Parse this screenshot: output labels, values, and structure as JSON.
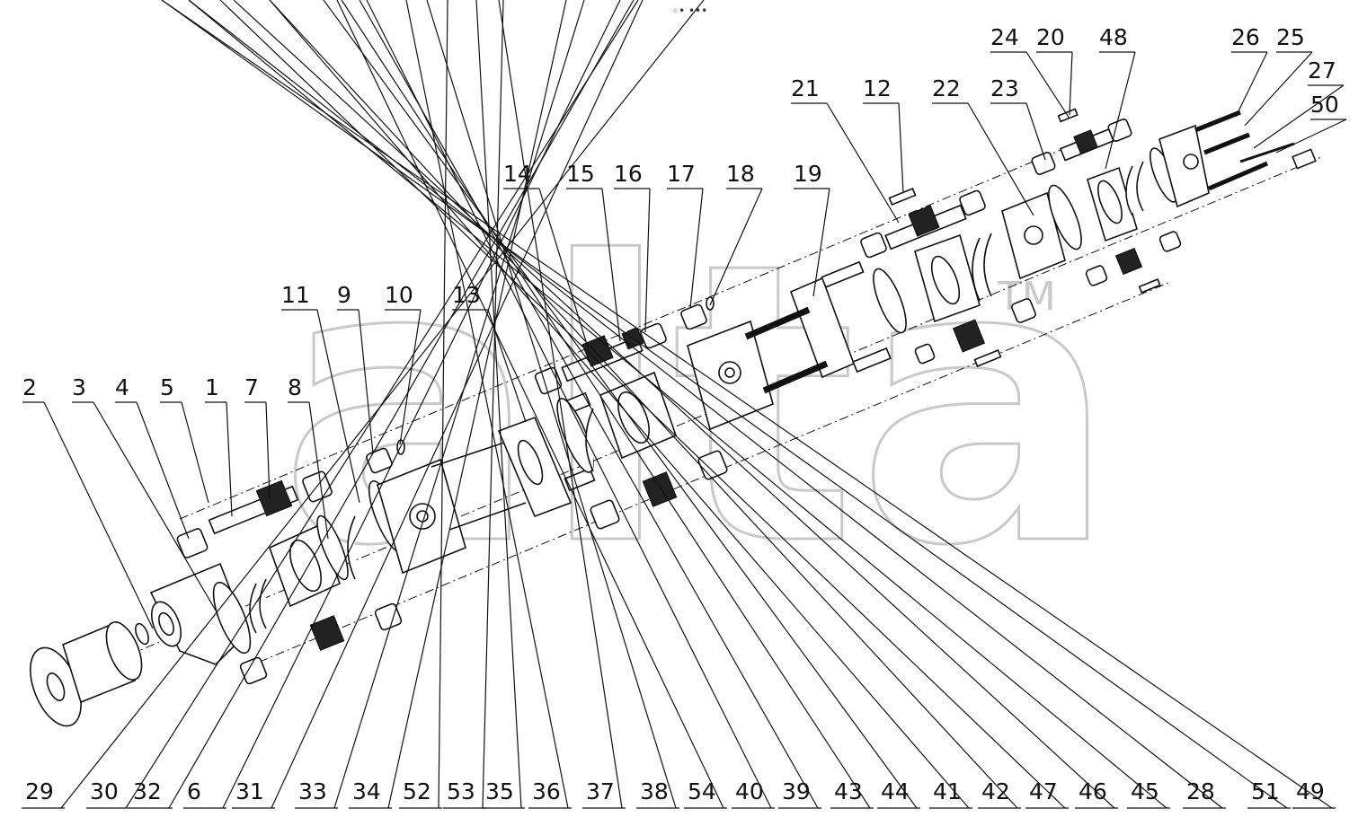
{
  "watermark": {
    "text": "alta",
    "trademark": "TM",
    "color": "#c9c9c9"
  },
  "top_marker": "◦• •••",
  "callouts_top": [
    "2",
    "3",
    "4",
    "5",
    "1",
    "7",
    "8",
    "11",
    "9",
    "10",
    "13",
    "14",
    "15",
    "16",
    "17",
    "18",
    "19",
    "21",
    "12",
    "22",
    "23",
    "24",
    "20",
    "48",
    "26",
    "25",
    "27",
    "50"
  ],
  "callouts_bottom": [
    "29",
    "30",
    "32",
    "6",
    "31",
    "33",
    "34",
    "52",
    "53",
    "35",
    "36",
    "37",
    "38",
    "54",
    "40",
    "39",
    "43",
    "44",
    "41",
    "42",
    "47",
    "46",
    "45",
    "28",
    "51",
    "49"
  ]
}
